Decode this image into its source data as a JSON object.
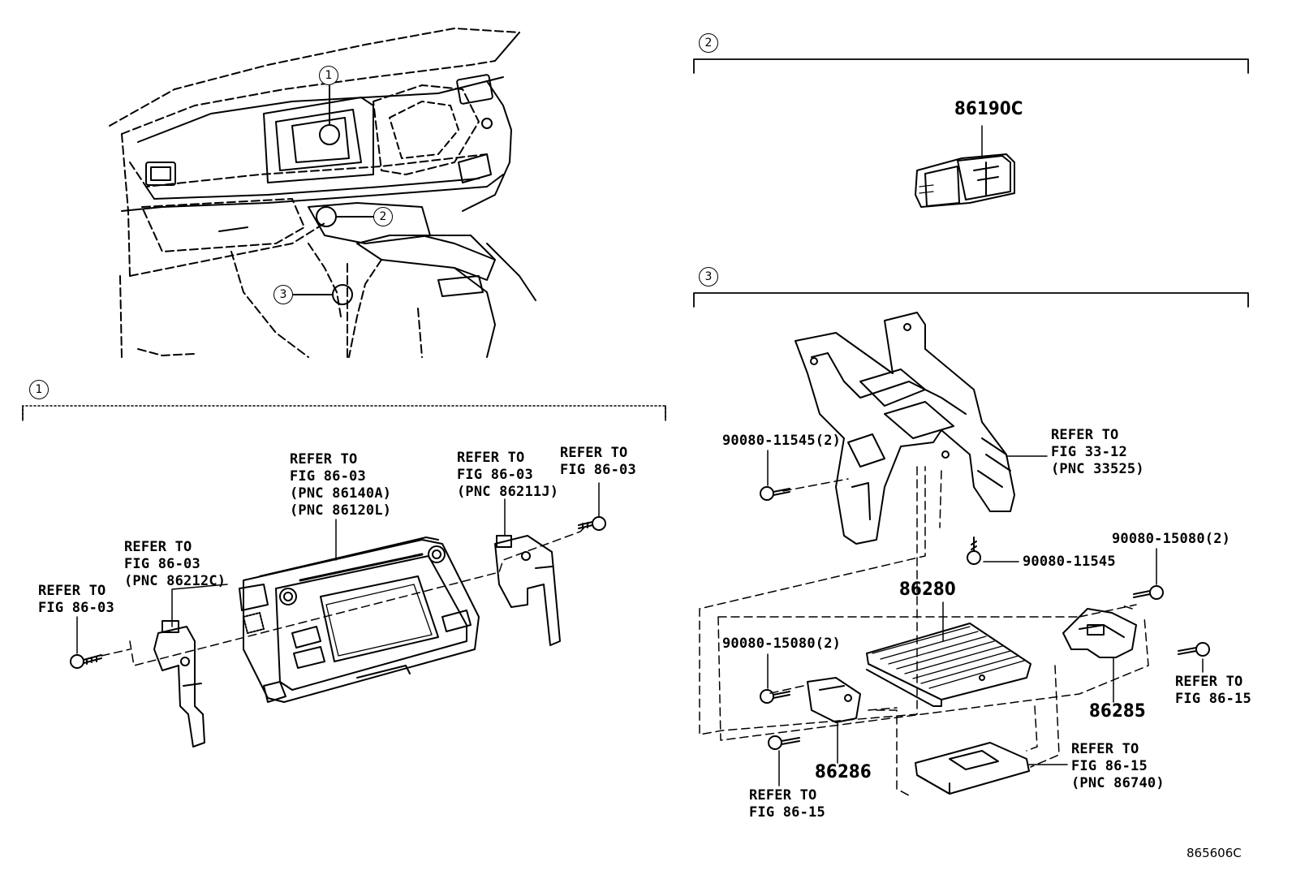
{
  "figure_id": "865606C",
  "overview": {
    "markers": [
      "1",
      "2",
      "3"
    ]
  },
  "section1": {
    "number": "1",
    "labels": {
      "ref_left": "REFER TO\nFIG 86-03",
      "ref_bracket_left": "REFER TO\nFIG 86-03\n(PNC 86212C)",
      "ref_head_unit": "REFER TO\nFIG 86-03\n(PNC 86140A)\n(PNC 86120L)",
      "ref_bracket_right": "REFER TO\nFIG 86-03\n(PNC 86211J)",
      "ref_screw_right": "REFER TO\nFIG 86-03"
    }
  },
  "section2": {
    "number": "2",
    "part": "86190C"
  },
  "section3": {
    "number": "3",
    "labels": {
      "screw_top_left": "90080-11545(2)",
      "ref_top_right": "REFER TO\nFIG 33-12\n(PNC 33525)",
      "screw_mid": "90080-11545",
      "screw_right_top": "90080-15080(2)",
      "amp": "86280",
      "screw_left_mid": "90080-15080(2)",
      "ref_right": "REFER TO\nFIG 86-15",
      "bracket_right": "86285",
      "bracket_left": "86286",
      "ref_bottom_left": "REFER TO\nFIG 86-15",
      "ref_bottom_mid": "REFER TO\nFIG 86-15\n(PNC 86740)"
    }
  }
}
